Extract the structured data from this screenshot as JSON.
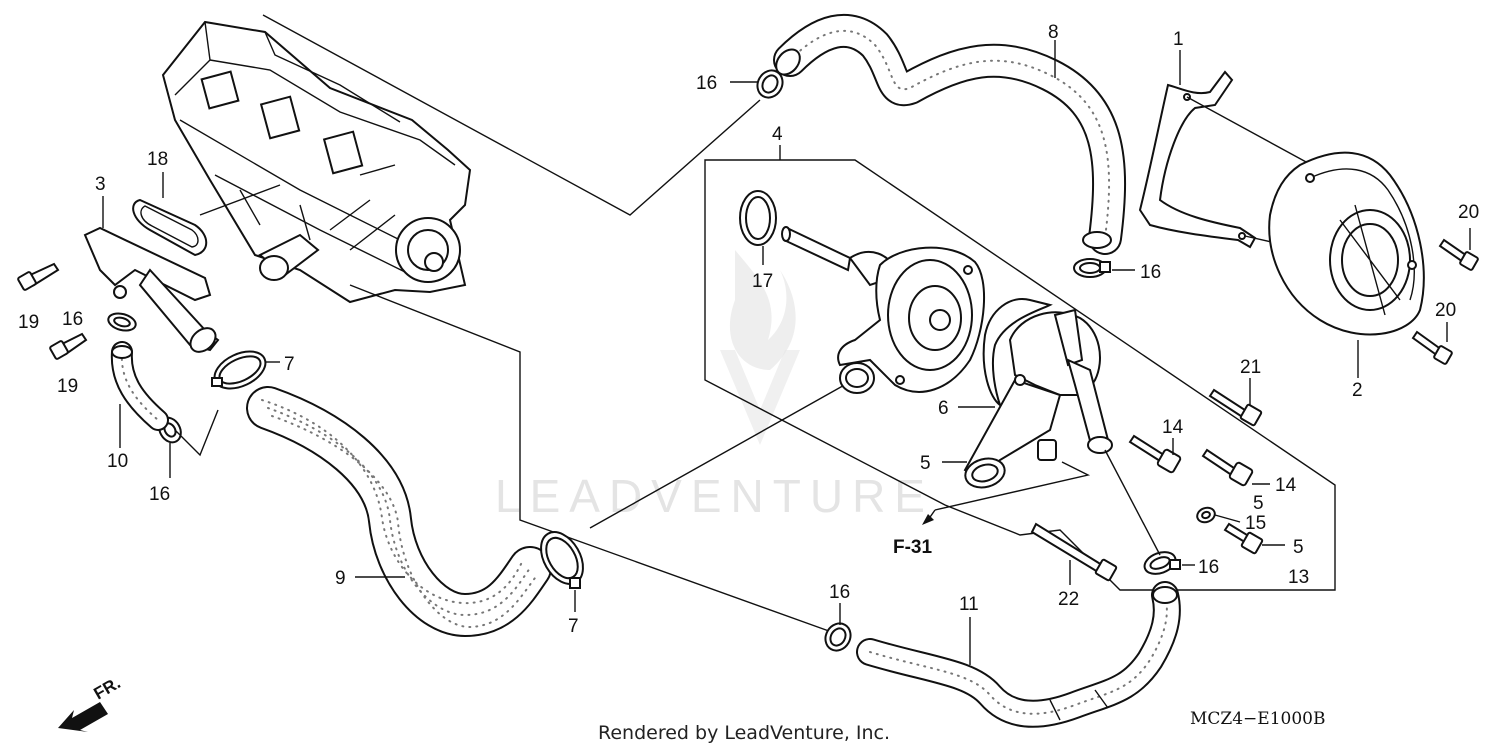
{
  "callouts": [
    {
      "id": "c1",
      "text": "1"
    },
    {
      "id": "c2",
      "text": "2"
    },
    {
      "id": "c3",
      "text": "3"
    },
    {
      "id": "c4",
      "text": "4"
    },
    {
      "id": "c5a",
      "text": "5"
    },
    {
      "id": "c5b",
      "text": "5"
    },
    {
      "id": "c5c",
      "text": "5"
    },
    {
      "id": "c6",
      "text": "6"
    },
    {
      "id": "c7a",
      "text": "7"
    },
    {
      "id": "c7b",
      "text": "7"
    },
    {
      "id": "c8",
      "text": "8"
    },
    {
      "id": "c9",
      "text": "9"
    },
    {
      "id": "c10",
      "text": "10"
    },
    {
      "id": "c11",
      "text": "11"
    },
    {
      "id": "c13",
      "text": "13"
    },
    {
      "id": "c14a",
      "text": "14"
    },
    {
      "id": "c14b",
      "text": "14"
    },
    {
      "id": "c15",
      "text": "15"
    },
    {
      "id": "c16a",
      "text": "16"
    },
    {
      "id": "c16b",
      "text": "16"
    },
    {
      "id": "c16c",
      "text": "16"
    },
    {
      "id": "c16d",
      "text": "16"
    },
    {
      "id": "c16e",
      "text": "16"
    },
    {
      "id": "c16f",
      "text": "16"
    },
    {
      "id": "c17",
      "text": "17"
    },
    {
      "id": "c18",
      "text": "18"
    },
    {
      "id": "c19a",
      "text": "19"
    },
    {
      "id": "c19b",
      "text": "19"
    },
    {
      "id": "c20a",
      "text": "20"
    },
    {
      "id": "c20b",
      "text": "20"
    },
    {
      "id": "c21",
      "text": "21"
    },
    {
      "id": "c22",
      "text": "22"
    }
  ],
  "reference_label": "F-31",
  "direction_label": "FR.",
  "footer_text": "Rendered by LeadVenture, Inc.",
  "diagram_code": "MCZ4−E1000B",
  "watermark_text": "LEADVENTURE"
}
